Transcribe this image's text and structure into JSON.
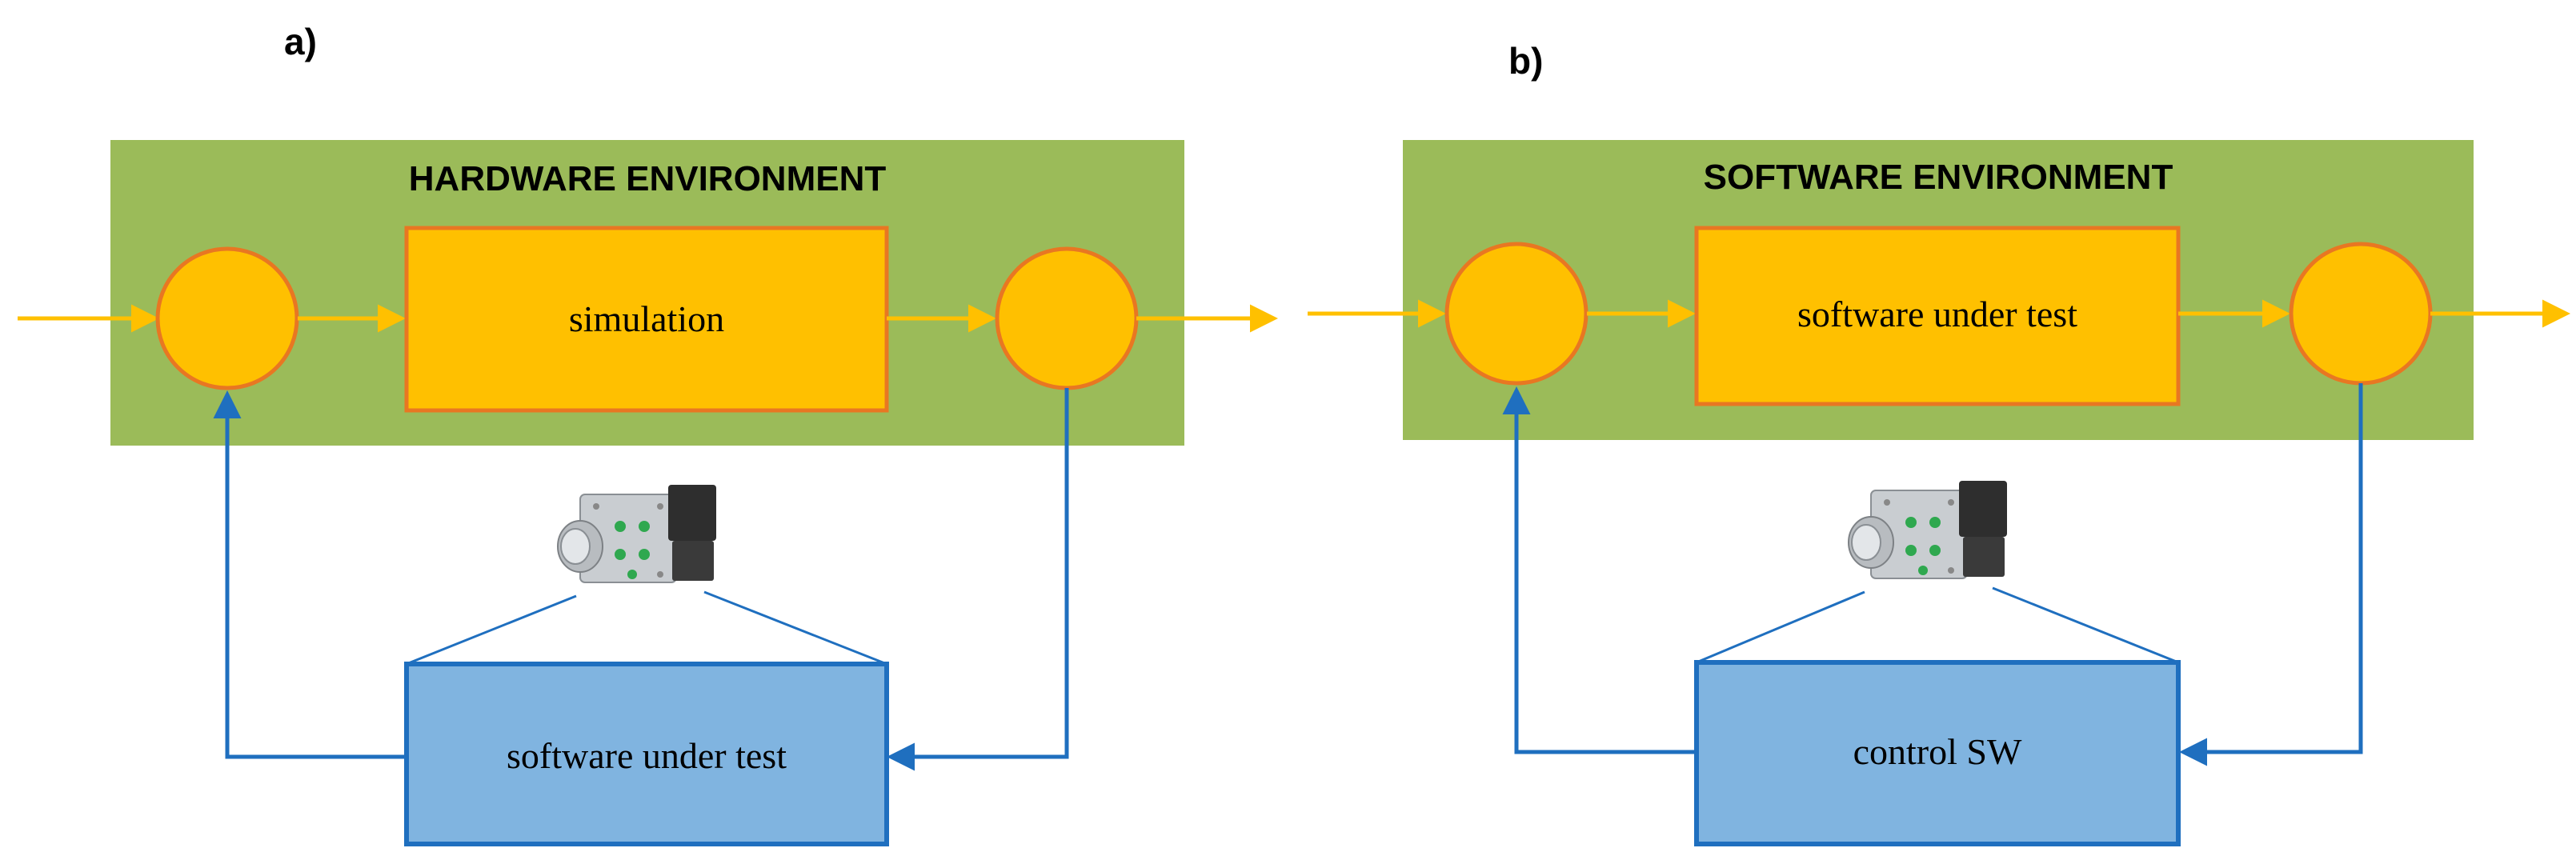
{
  "panel_a": {
    "label": "a)",
    "environment_title": "HARDWARE ENVIRONMENT",
    "center_block_label": "simulation",
    "bottom_block_label": "software under test"
  },
  "panel_b": {
    "label": "b)",
    "environment_title": "SOFTWARE ENVIRONMENT",
    "center_block_label": "software under test",
    "bottom_block_label": "control SW"
  },
  "colors": {
    "environment_fill": "#9bbb59",
    "node_fill": "#ffc000",
    "node_stroke": "#e87722",
    "arrow_signal": "#ffc000",
    "block_fill": "#80b4e0",
    "block_stroke": "#1f6fbf",
    "feedback_line": "#1f6fbf"
  },
  "icons": [
    "ecu-module-icon"
  ]
}
